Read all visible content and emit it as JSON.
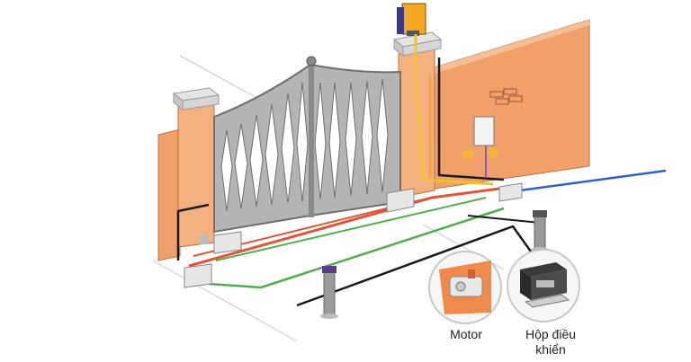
{
  "labels": {
    "motor": "Motor",
    "control_box_line1": "Hộp điều",
    "control_box_line2": "khiển"
  },
  "colors": {
    "wall": "#F0A068",
    "wall_shadow": "#D98850",
    "pillar": "#F4B07E",
    "pillar_cap": "#DCDCDC",
    "gate": "#A8A8A8",
    "gate_dark": "#7A7A7A",
    "wire_red": "#E0543A",
    "wire_green": "#4FB04A",
    "wire_black": "#1A1A1A",
    "wire_yellow": "#F2C12E",
    "wire_blue": "#2E62C8",
    "wire_purple": "#8B5BC5",
    "warning_light": "#F5A623"
  },
  "icons": [
    "brick-icon",
    "warning-lamp-icon",
    "photocell-icon",
    "junction-box-icon",
    "motor-icon",
    "control-box-icon"
  ]
}
